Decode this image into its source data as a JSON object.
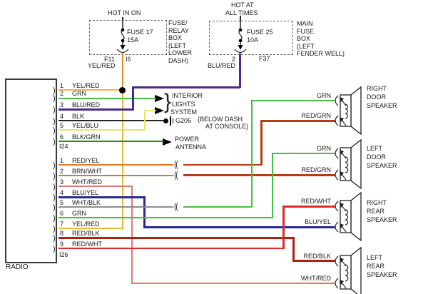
{
  "fuse_left": {
    "feed": "HOT IN ON",
    "name": "FUSE 17",
    "amps": "15A",
    "conn_a": "F11",
    "conn_b": "I6",
    "wire": "YEL/RED",
    "box_label": [
      "FUSE/",
      "RELAY",
      "BOX",
      "(LEFT",
      "LOWER",
      "DASH)"
    ]
  },
  "fuse_right": {
    "feed_line1": "HOT AT",
    "feed_line2": "ALL TIMES",
    "name": "FUSE 25",
    "amps": "10A",
    "conn_a": "2",
    "conn_b": "F37",
    "wire": "BLU/RED",
    "box_label": [
      "MAIN",
      "FUSE",
      "BOX",
      "(LEFT",
      "FENDER WELL)"
    ]
  },
  "radio": {
    "label": "RADIO",
    "connector_top": "I24",
    "connector_bottom": "I26"
  },
  "pins_i24": [
    {
      "n": "1",
      "label": "YEL/RED"
    },
    {
      "n": "2",
      "label": "GRN"
    },
    {
      "n": "3",
      "label": "BLU/RED"
    },
    {
      "n": "4",
      "label": "BLK"
    },
    {
      "n": "5",
      "label": "YEL/BLU"
    },
    {
      "n": "6",
      "label": "BLK/GRN"
    }
  ],
  "pins_i26": [
    {
      "n": "1",
      "label": "RED/YEL"
    },
    {
      "n": "2",
      "label": "BRN/WHT"
    },
    {
      "n": "3",
      "label": "WHT/RED"
    },
    {
      "n": "4",
      "label": "BLU/YEL"
    },
    {
      "n": "5",
      "label": "WHT/BLK"
    },
    {
      "n": "6",
      "label": "GRN"
    },
    {
      "n": "7",
      "label": "YEL/RED"
    },
    {
      "n": "8",
      "label": "RED/BLK"
    },
    {
      "n": "9",
      "label": "RED/WHT"
    }
  ],
  "middle": {
    "interior_lights": [
      "INTERIOR",
      "LIGHTS",
      "SYSTEM"
    ],
    "ground_id": "G206",
    "ground_note": [
      "(BELOW DASH",
      "AT CONSOLE)"
    ],
    "power_antenna": [
      "POWER",
      "ANTENNA"
    ]
  },
  "speakers": [
    {
      "name": [
        "RIGHT",
        "DOOR",
        "SPEAKER"
      ],
      "wire_top": "GRN",
      "wire_bottom": "RED/GRN"
    },
    {
      "name": [
        "LEFT",
        "DOOR",
        "SPEAKER"
      ],
      "wire_top": "GRN",
      "wire_bottom": "RED/GRN"
    },
    {
      "name": [
        "RIGHT",
        "REAR",
        "SPEAKER"
      ],
      "wire_top": "RED/WHT",
      "wire_bottom": "BLU/YEL"
    },
    {
      "name": [
        "LEFT",
        "REAR",
        "SPEAKER"
      ],
      "wire_top": "RED/BLK",
      "wire_bottom": "WHT/RED"
    }
  ],
  "colors": {
    "yel_red": "#e8b93a",
    "yel_red_feed": "#e2912c",
    "grn": "#43c043",
    "blu_red": "#4b2a90",
    "blk": "#262626",
    "yel_blu": "#ede460",
    "blk_grn": "#3c7c2c",
    "red_yel": "#dd7b24",
    "brn_wht": "#ad8a38",
    "wht_red": "#d97a74",
    "blu_yel": "#28289b",
    "wht_blk": "#8d8d8d",
    "red_blk": "#ae2012",
    "red_wht": "#da2a2a",
    "red_grn": "#b63d18"
  }
}
